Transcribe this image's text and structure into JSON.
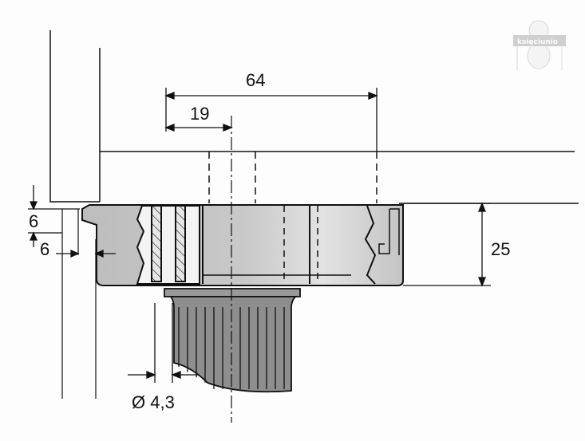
{
  "dimensions": {
    "spacing_64": "64",
    "offset_19": "19",
    "height_25": "25",
    "top_6": "6",
    "side_6": "6",
    "diameter": "Ø 4,3"
  },
  "watermark": {
    "text": "księciunio"
  },
  "colors": {
    "line": "#111111",
    "part_fill": "#b9b9b9",
    "stem_fill": "#8e8e8e",
    "light": "#dcdcdc"
  }
}
